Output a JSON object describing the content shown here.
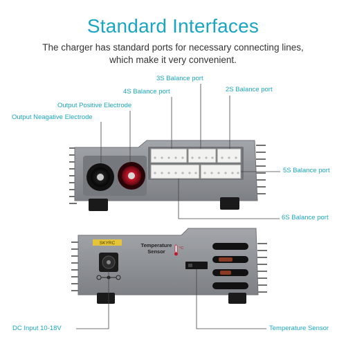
{
  "heading": {
    "title": "Standard Interfaces",
    "subtitle_line1": "The charger has standard ports for necessary connecting lines,",
    "subtitle_line2": "which make it very convenient."
  },
  "front_panel": {
    "labels": {
      "balance_3s": "3S Balance port",
      "balance_4s": "4S Balance port",
      "balance_2s": "2S Balance port",
      "output_positive": "Output Positive Electrode",
      "output_negative": "Output Neagative Electrode",
      "balance_5s": "5S Balance port",
      "balance_6s": "6S Balance port"
    }
  },
  "back_panel": {
    "badge_text": "SKYRC",
    "sensor_text_line1": "Temperature",
    "sensor_text_line2": "Sensor",
    "sensor_unit": "°C",
    "labels": {
      "dc_input": "DC Input 10-18V",
      "temperature_sensor": "Temperature Sensor"
    }
  },
  "colors": {
    "accent": "#1aa6c3",
    "case_gray": "#8e9196",
    "port_red": "#c0182b"
  }
}
